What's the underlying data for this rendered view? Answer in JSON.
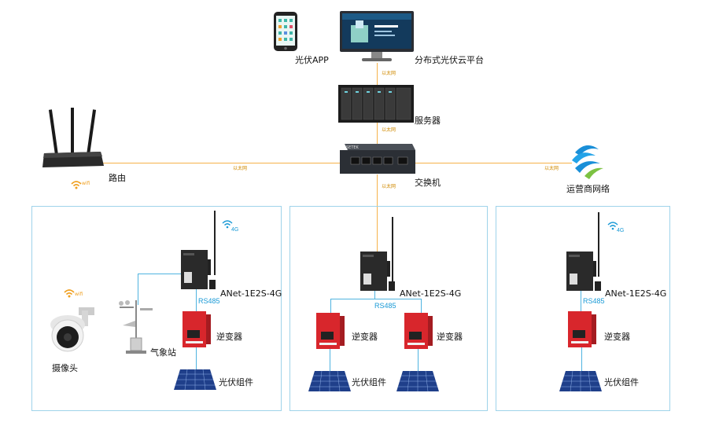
{
  "labels": {
    "app": "光伏APP",
    "cloud": "分布式光伏云平台",
    "server": "服务器",
    "switch": "交换机",
    "router": "路由",
    "carrier": "运营商网络",
    "camera": "摄像头",
    "weather": "气象站",
    "gateway": "ANet-1E2S-4G",
    "inverter": "逆变器",
    "pv": "光伏组件"
  },
  "links": {
    "ethernet": "以太网",
    "rs485": "RS485",
    "wifi": "wifi",
    "lte": "4G"
  },
  "colors": {
    "ethernet_line": "#f6b24a",
    "rs485_line": "#4fb3e0",
    "zone_border": "#9fd3ea",
    "inverter_red": "#d8262c"
  },
  "icons": [
    "phone-app-icon",
    "monitor-icon",
    "server-rack-icon",
    "network-switch-icon",
    "router-icon",
    "china-mobile-logo-icon",
    "wifi-icon",
    "4g-signal-icon",
    "gateway-device-icon",
    "inverter-icon",
    "solar-panel-icon",
    "dome-camera-icon",
    "weather-station-icon"
  ]
}
